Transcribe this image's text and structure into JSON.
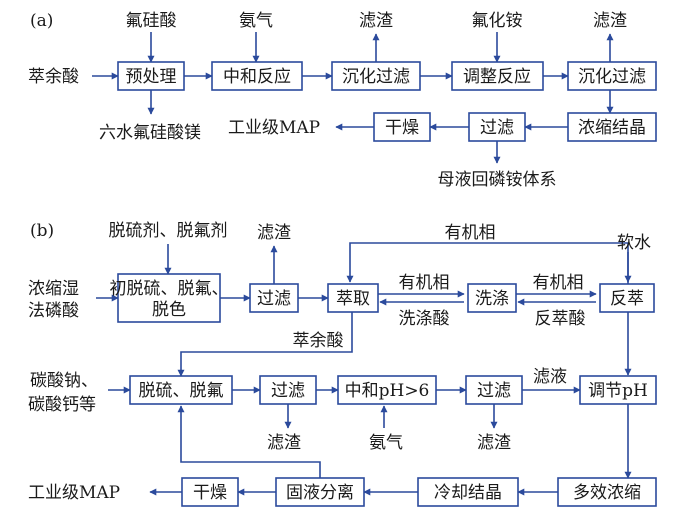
{
  "part_a": {
    "tag": "(a)",
    "boxes": {
      "pre": "预处理",
      "neutral": "中和反应",
      "prec1": "沉化过滤",
      "adjust": "调整反应",
      "prec2": "沉化过滤",
      "conc": "浓缩结晶",
      "filt": "过滤",
      "dry": "干燥"
    },
    "labels": {
      "fluorosilicic": "氟硅酸",
      "ammonia": "氨气",
      "residue1": "滤渣",
      "ammonium_fluoride": "氟化铵",
      "residue2": "滤渣",
      "raffinate": "萃余酸",
      "mg_salt": "六水氟硅酸镁",
      "product": "工业级MAP",
      "mother_liquor": "母液回磷铵体系"
    }
  },
  "part_b": {
    "tag": "(b)",
    "boxes": {
      "init": "初脱硫、脱氟、脱色",
      "filt1": "过滤",
      "extract": "萃取",
      "wash": "洗涤",
      "strip": "反萃",
      "desulf": "脱硫、脱氟",
      "filt2": "过滤",
      "neutral": "中和pH>6",
      "filt3": "过滤",
      "adjust": "调节pH",
      "multi": "多效浓缩",
      "cool": "冷却结晶",
      "sep": "固液分离",
      "dry": "干燥"
    },
    "labels": {
      "agents": "脱硫剂、脱氟剂",
      "residue_top": "滤渣",
      "organic_top": "有机相",
      "soft_water": "软水",
      "acid_line1": "浓缩湿",
      "acid_line2": "法磷酸",
      "organic_mid1": "有机相",
      "organic_mid2": "有机相",
      "wash_acid": "洗涤酸",
      "strip_acid": "反萃酸",
      "raffinate": "萃余酸",
      "carbonate_line1": "碳酸钠、",
      "carbonate_line2": "碳酸钙等",
      "filtrate": "滤液",
      "residue_b2": "滤渣",
      "ammonia": "氨气",
      "residue_b3": "滤渣",
      "product": "工业级MAP"
    }
  },
  "colors": {
    "line": "#2b4a9c",
    "text": "#1a1a1a"
  }
}
